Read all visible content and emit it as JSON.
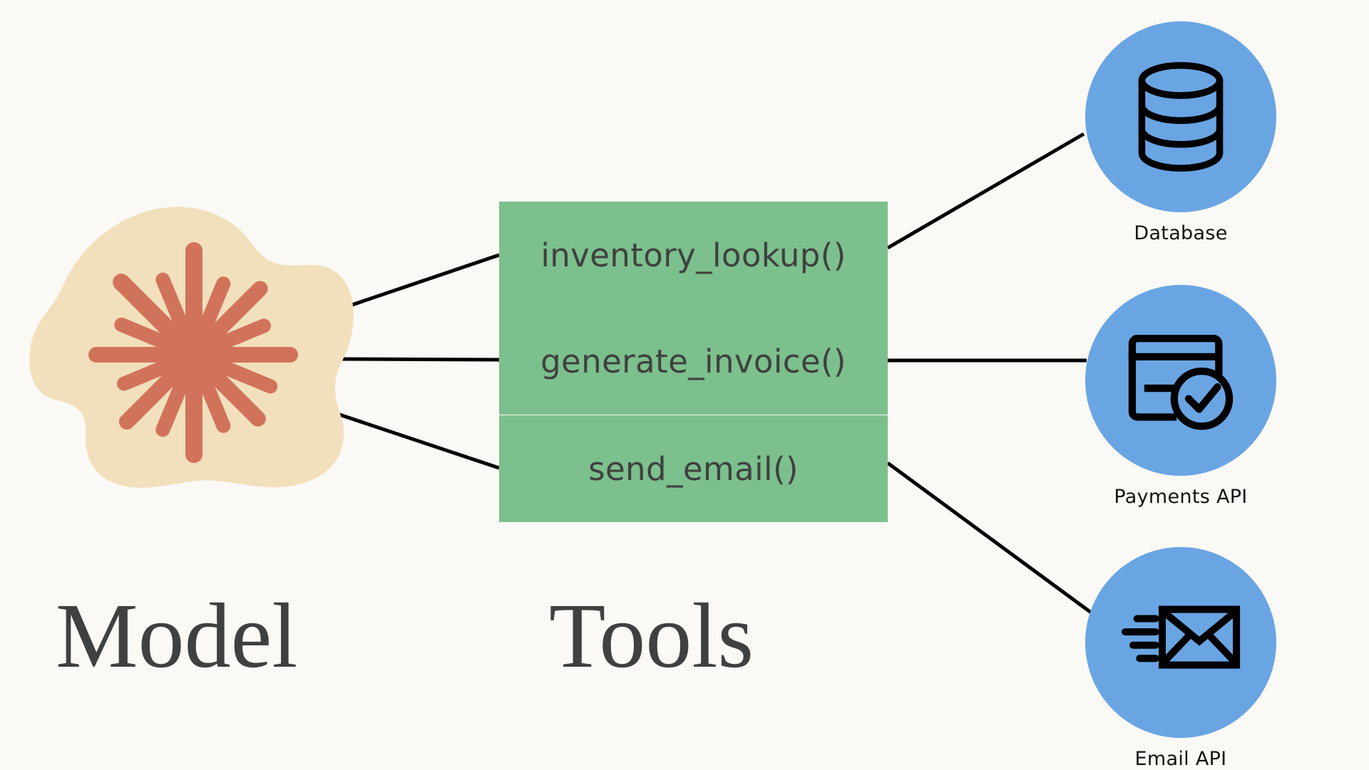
{
  "diagram": {
    "title_hidden": "Model tool-use architecture",
    "background_color": "#FAF9F5",
    "captions": [
      {
        "id": "model",
        "text": "Model"
      },
      {
        "id": "tools",
        "text": "Tools"
      }
    ],
    "model": {
      "label": "Model",
      "blob_color": "#F2DFBC",
      "icon_name": "anthropic-starburst-icon",
      "icon_color": "#D1735A",
      "rays": 16
    },
    "tools": {
      "box_color": "#7CC08D",
      "text_color": "#3F4040",
      "items": [
        {
          "id": "inventory-lookup",
          "label": "inventory_lookup()"
        },
        {
          "id": "generate-invoice",
          "label": "generate_invoice()"
        },
        {
          "id": "send-email",
          "label": "send_email()"
        }
      ]
    },
    "services": {
      "circle_color": "#6AA5E3",
      "icon_color": "#000000",
      "label_color": "#15130F",
      "items": [
        {
          "id": "database",
          "label": "Database",
          "icon_name": "database-cylinder-icon"
        },
        {
          "id": "payments-api",
          "label": "Payments API",
          "icon_name": "credit-card-check-icon"
        },
        {
          "id": "email-api",
          "label": "Email API",
          "icon_name": "envelope-send-icon"
        }
      ]
    },
    "connectors": {
      "stroke_color": "#000000",
      "stroke_width": 5,
      "model_to_tools": [
        {
          "from": "model",
          "to": "inventory-lookup"
        },
        {
          "from": "model",
          "to": "generate-invoice"
        },
        {
          "from": "model",
          "to": "send-email"
        }
      ],
      "tools_to_services": [
        {
          "from": "inventory-lookup",
          "to": "database"
        },
        {
          "from": "generate-invoice",
          "to": "payments-api"
        },
        {
          "from": "send-email",
          "to": "email-api"
        }
      ]
    }
  }
}
